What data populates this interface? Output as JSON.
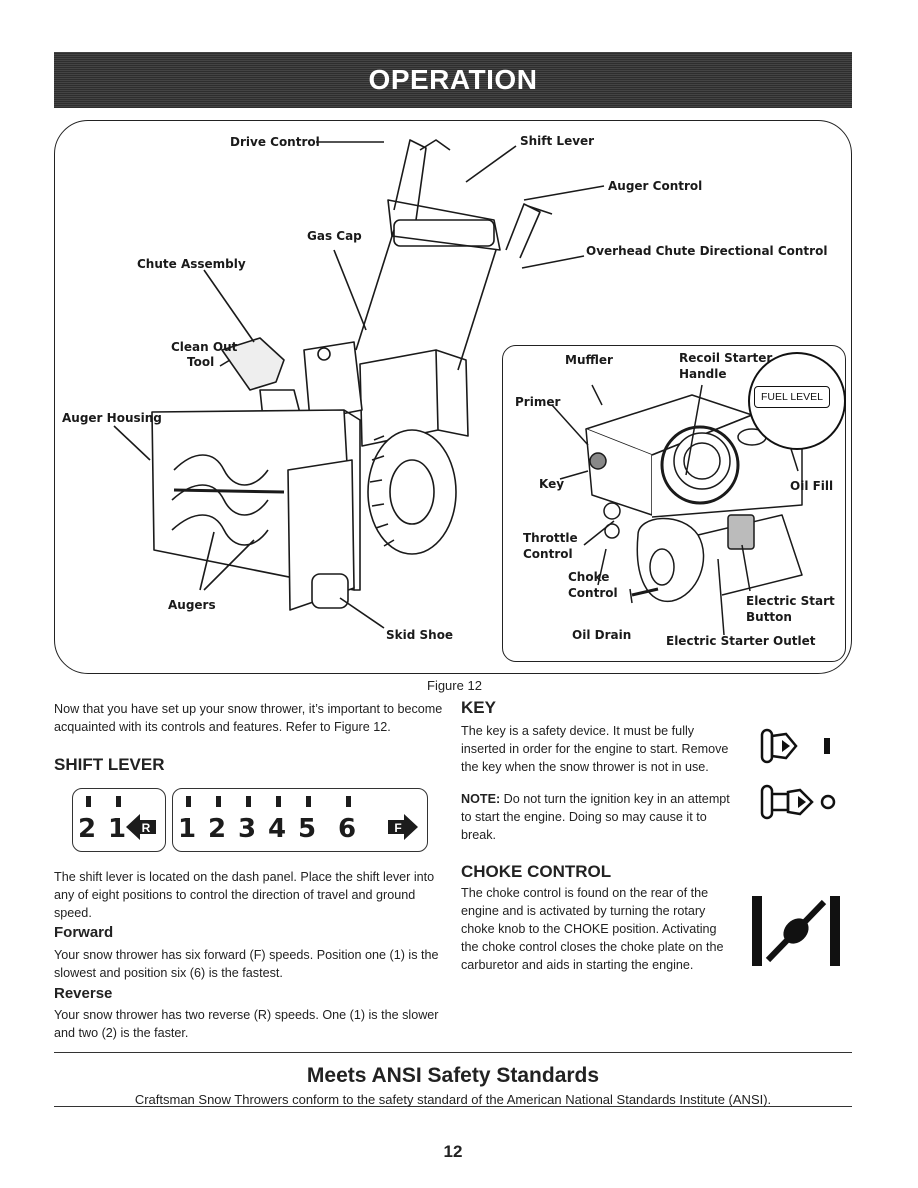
{
  "header": {
    "title": "OPERATION"
  },
  "figure": {
    "caption": "Figure 12",
    "labels": {
      "drive_control": "Drive Control",
      "shift_lever": "Shift Lever",
      "auger_control": "Auger Control",
      "gas_cap": "Gas Cap",
      "chute_assembly": "Chute Assembly",
      "overhead_chute": "Overhead Chute Directional Control",
      "clean_out_tool_1": "Clean Out",
      "clean_out_tool_2": "Tool",
      "auger_housing": "Auger Housing",
      "augers": "Augers",
      "skid_shoe": "Skid Shoe"
    },
    "inset_labels": {
      "muffler": "Muffler",
      "recoil_starter_1": "Recoil Starter",
      "recoil_starter_2": "Handle",
      "fuel_level": "FUEL LEVEL",
      "primer": "Primer",
      "key": "Key",
      "oil_fill": "Oil Fill",
      "throttle_1": "Throttle",
      "throttle_2": "Control",
      "choke_1": "Choke",
      "choke_2": "Control",
      "electric_start_1": "Electric Start",
      "electric_start_2": "Button",
      "oil_drain": "Oil Drain",
      "electric_outlet": "Electric Starter Outlet"
    }
  },
  "left_column": {
    "intro": [
      "Now that you have set up your snow thrower, it’s important to become",
      "acquainted with its controls and features. Refer to Figure 12."
    ],
    "shift_heading": "SHIFT LEVER",
    "shift_graphic": {
      "reverse": [
        "2",
        "1",
        "R"
      ],
      "forward": [
        "1",
        "2",
        "3",
        "4",
        "5",
        "6",
        "F"
      ]
    },
    "shift_text": [
      "The shift lever is located on the dash panel. Place the shift lever into",
      "any of eight positions to control the direction of travel and ground",
      "speed."
    ],
    "forward_heading": "Forward",
    "forward_text": [
      "Your snow thrower has six forward (F) speeds. Position one (1) is the",
      "slowest and position six (6) is the fastest."
    ],
    "reverse_heading": "Reverse",
    "reverse_text": [
      "Your snow thrower has two reverse (R) speeds. One (1) is the slower",
      "and two (2) is the faster."
    ]
  },
  "right_column": {
    "key_heading": "KEY",
    "key_text": [
      "The key is a safety device. It must be fully",
      "inserted in order for the engine to start. Remove",
      "the key when the snow thrower is not in use."
    ],
    "note_label": "NOTE:",
    "note_text": [
      " Do not turn the ignition key in an attempt",
      "to start the engine. Doing so may cause it to",
      "break."
    ],
    "choke_heading": "CHOKE CONTROL",
    "choke_text": [
      "The choke control is found on the rear of the",
      "engine and is activated by turning the rotary",
      "choke knob to the CHOKE position. Activating",
      "the choke control closes the choke plate on the",
      "carburetor and aids in starting the engine."
    ],
    "icons": [
      "key-on-icon",
      "key-off-icon",
      "choke-icon"
    ]
  },
  "footer": {
    "title": "Meets ANSI Safety Standards",
    "text": "Craftsman Snow Throwers conform to the safety standard of the American National Standards Institute (ANSI).",
    "page_number": "12"
  }
}
